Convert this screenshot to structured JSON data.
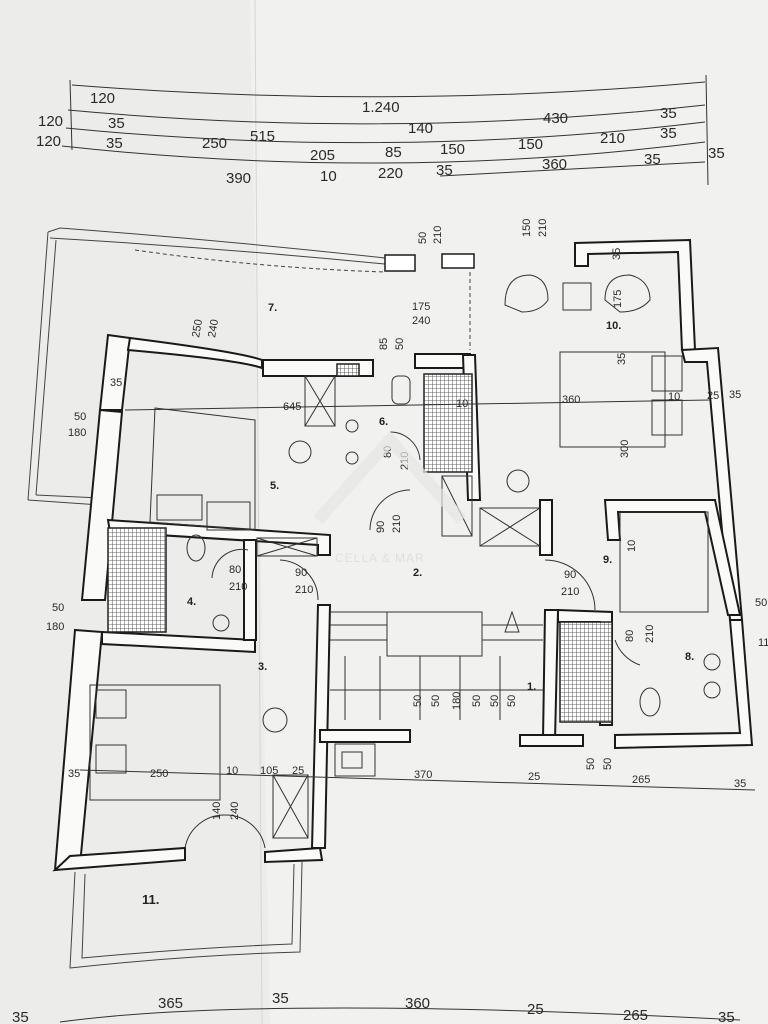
{
  "top_dimensions": {
    "row1": [
      "120",
      "1.240"
    ],
    "row2": [
      "120",
      "35",
      "515",
      "140",
      "430",
      "35"
    ],
    "row3": [
      "120",
      "35",
      "250",
      "205",
      "85",
      "150",
      "150",
      "210",
      "35",
      "35"
    ],
    "row4": [
      "390",
      "10",
      "220",
      "35",
      "360",
      "35"
    ]
  },
  "rooms": {
    "r1": "1.",
    "r2": "2.",
    "r3": "3.",
    "r4": "4.",
    "r5": "5.",
    "r6": "6.",
    "r7": "7.",
    "r8": "8.",
    "r9": "9.",
    "r10": "10.",
    "r11": "11."
  },
  "labels": {
    "d_50_210_a": "50",
    "d_210_a": "210",
    "d_150": "150",
    "d_210_b": "210",
    "d_35_r10": "35",
    "d_175_r10": "175",
    "d_175": "175",
    "d_240": "240",
    "d_250": "250",
    "d_240_b": "240",
    "d_85": "85",
    "d_50_b": "50",
    "d_35_l": "35",
    "d_645": "645",
    "d_10": "10",
    "d_360": "360",
    "d_10_r": "10",
    "d_25": "25",
    "d_35_r": "35",
    "d_50_l": "50",
    "d_180_l": "180",
    "d_80_6": "80",
    "d_210_6": "210",
    "d_90_5": "90",
    "d_210_5": "210",
    "d_300": "300",
    "d_35_10": "35",
    "d_80_4": "80",
    "d_210_4": "210",
    "d_90_2": "90",
    "d_210_2": "210",
    "d_90_9": "90",
    "d_210_9": "210",
    "d_10_9": "10",
    "d_50_l2": "50",
    "d_180_l2": "180",
    "d_50_r": "50",
    "d_11_r": "11",
    "d_80_8": "80",
    "d_210_8": "210",
    "stairs": [
      "50",
      "50",
      "180",
      "50",
      "50",
      "50"
    ],
    "d_35_b": "35",
    "d_250_b": "250",
    "d_10_b": "10",
    "d_105_b": "105",
    "d_25_b": "25",
    "d_370": "370",
    "d_25_c": "25",
    "d_265": "265",
    "d_35_c": "35",
    "d_50_50_a": "50",
    "d_50_50_b": "50",
    "d_140_d": "140",
    "d_240_d": "240"
  },
  "bottom_dimensions": [
    "35",
    "365",
    "35",
    "360",
    "25",
    "265",
    "35"
  ],
  "watermark": "CELLA & MAR"
}
